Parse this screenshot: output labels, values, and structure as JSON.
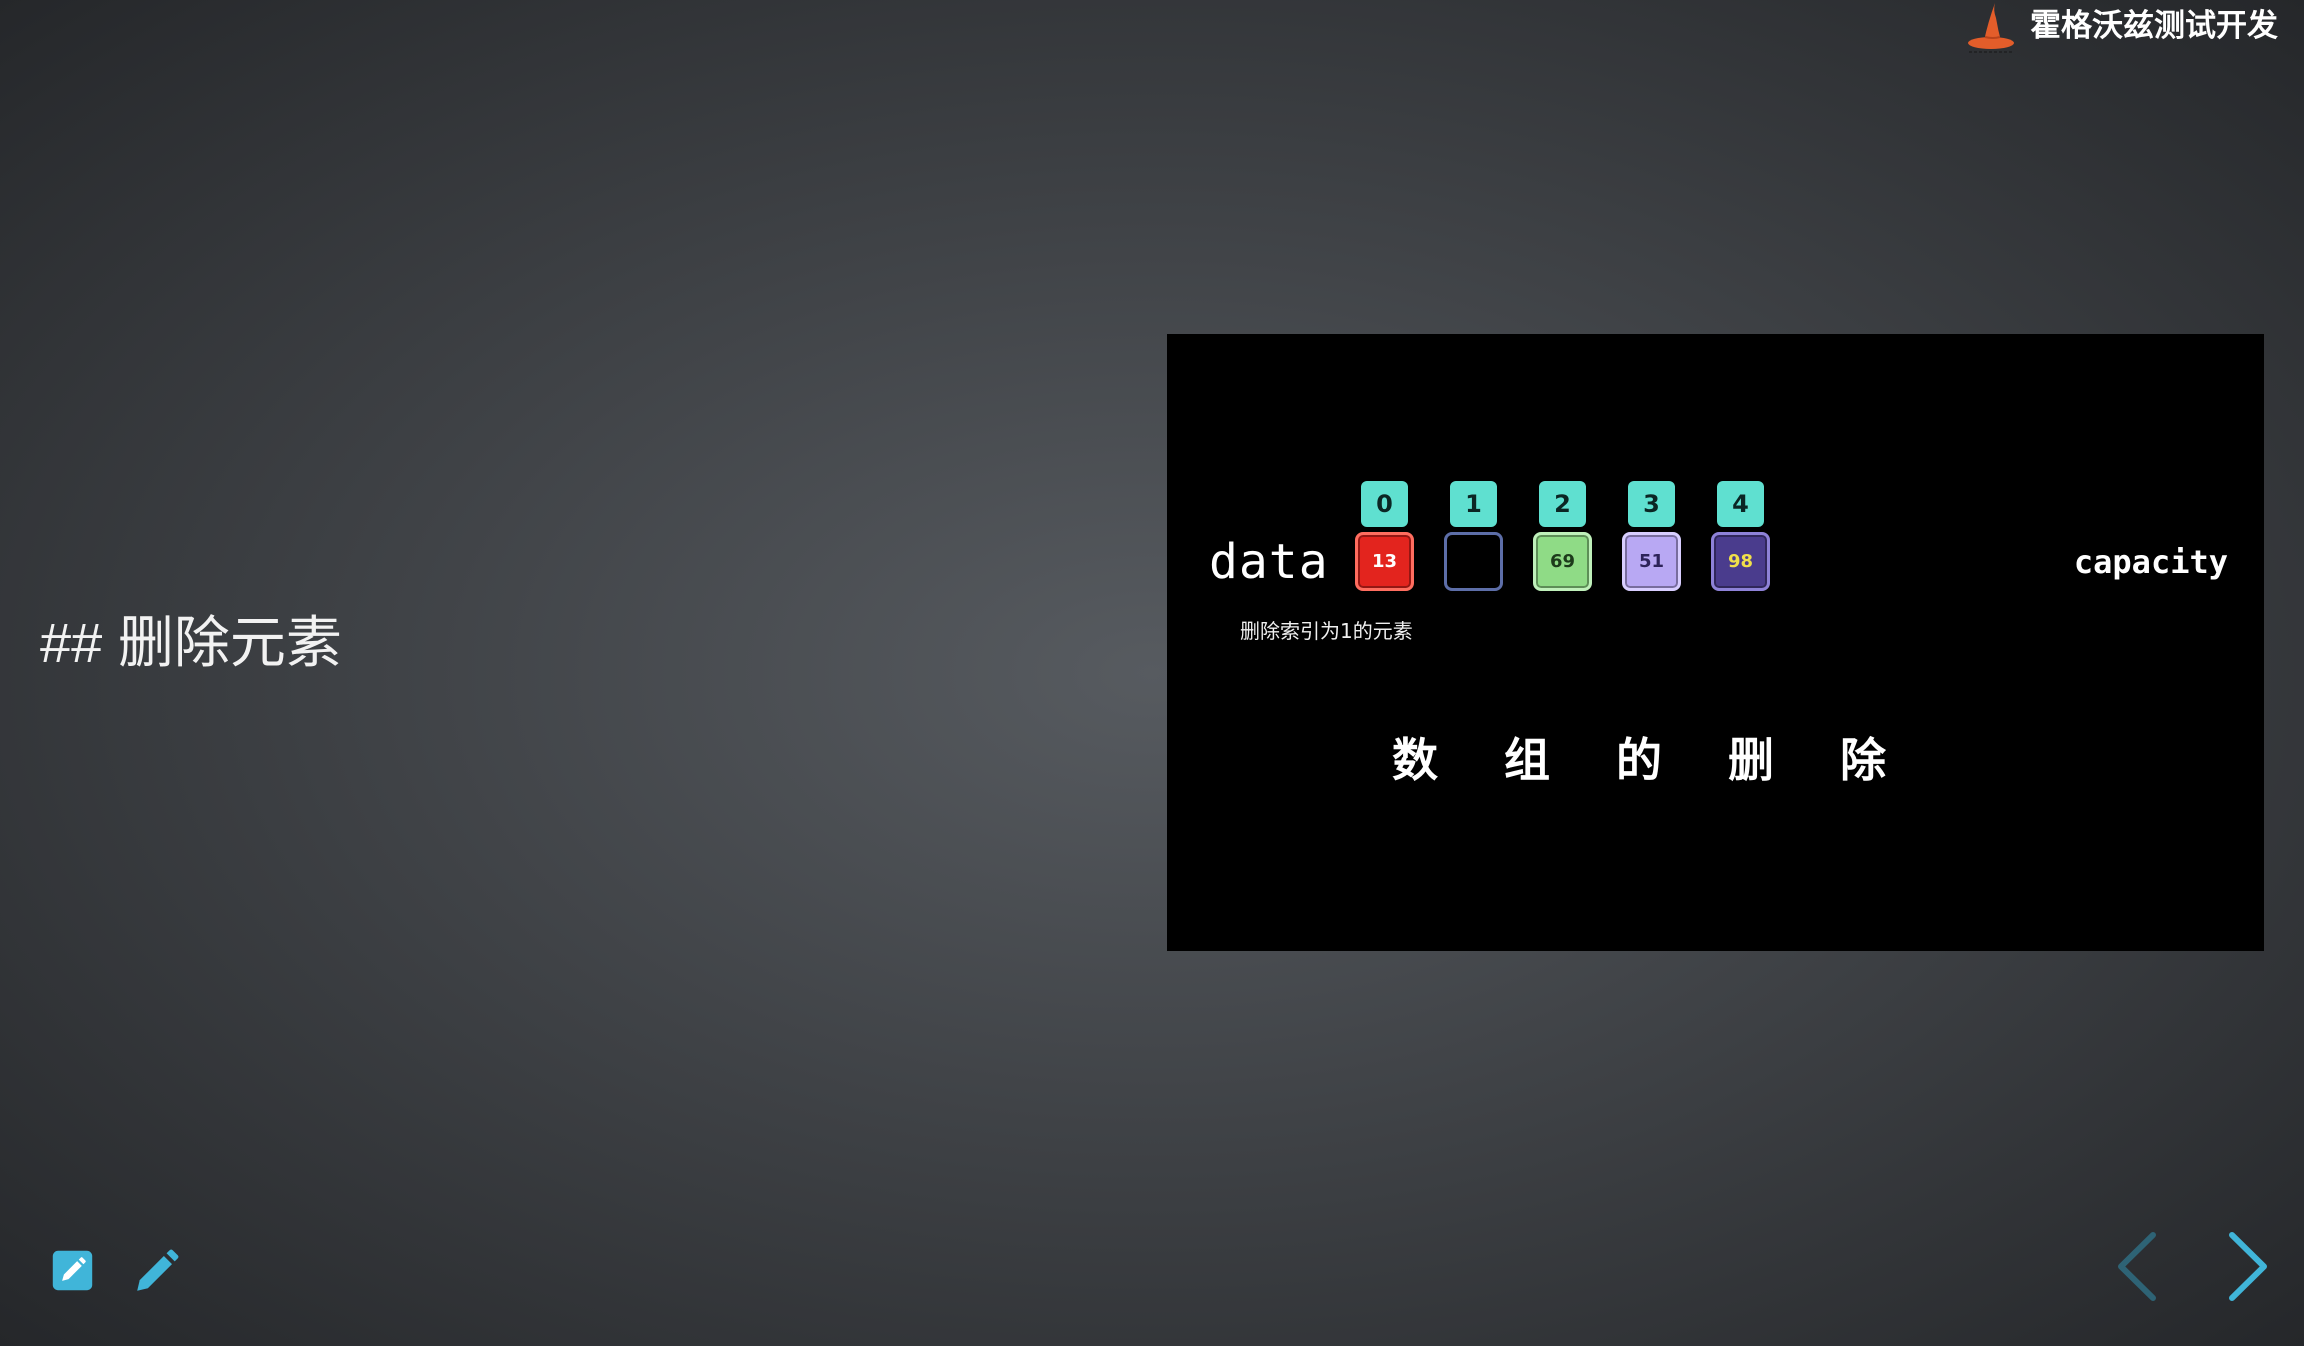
{
  "brand": {
    "name": "霍格沃兹测试开发",
    "logo_icon": "wizard-hat-icon",
    "logo_color": "#e35d2a"
  },
  "slide": {
    "heading": "## 删除元素",
    "figure": {
      "array_label": "data",
      "capacity_label": "capacity",
      "caption": "删除索引为1的元素",
      "title": "数 组 的 删 除",
      "index_badge_color": "#5fe0d0",
      "indices": [
        "0",
        "1",
        "2",
        "3",
        "4"
      ],
      "cells": [
        {
          "value": "13",
          "fill": "#e3241e",
          "border": "#ff6d5f",
          "text_color": "#ffffff"
        },
        {
          "value": "",
          "fill": "#000000",
          "border": "#5d6ea8",
          "text_color": "#ffffff"
        },
        {
          "value": "69",
          "fill": "#8fdb86",
          "border": "#bff0ba",
          "text_color": "#1d3b1b"
        },
        {
          "value": "51",
          "fill": "#b8a8f3",
          "border": "#d8ceff",
          "text_color": "#2d2359"
        },
        {
          "value": "98",
          "fill": "#4a3c8d",
          "border": "#8e82d8",
          "text_color": "#f1e04a"
        }
      ]
    }
  },
  "controls": {
    "tools": [
      {
        "icon": "edit-square-icon"
      },
      {
        "icon": "pencil-icon"
      }
    ],
    "navigation": {
      "prev_icon": "chevron-left-icon",
      "next_icon": "chevron-right-icon",
      "prev_enabled": false,
      "next_enabled": true,
      "accent_color": "#40b5d9",
      "disabled_color": "#2e6375"
    }
  }
}
